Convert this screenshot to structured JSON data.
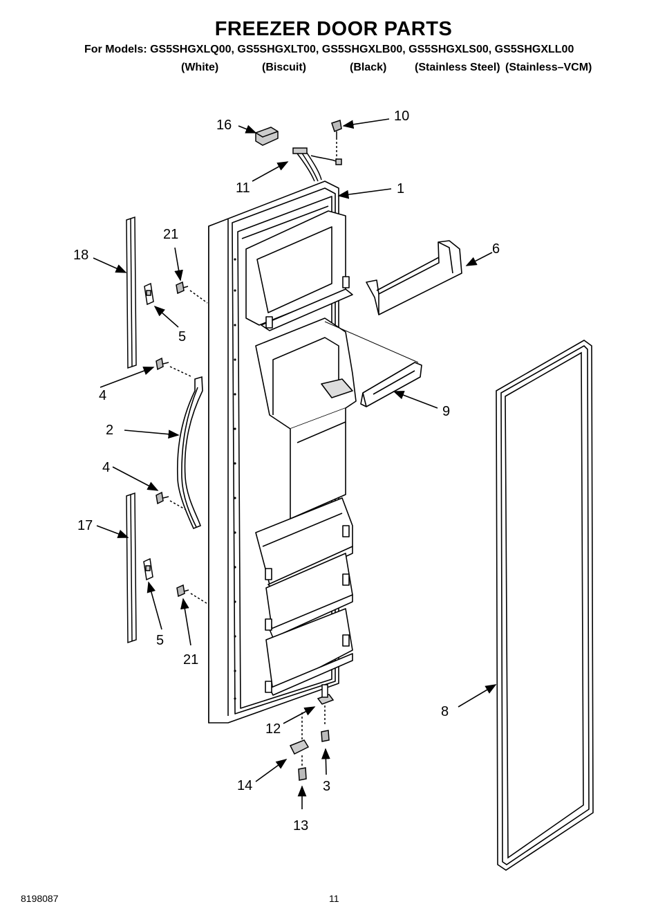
{
  "header": {
    "title": "FREEZER DOOR PARTS",
    "models": "For Models: GS5SHGXLQ00, GS5SHGXLT00, GS5SHGXLB00, GS5SHGXLS00, GS5SHGXLL00",
    "variants": [
      "(White)",
      "(Biscuit)",
      "(Black)",
      "(Stainless Steel)",
      "(Stainless–VCM)"
    ]
  },
  "callouts": {
    "c1": "1",
    "c2": "2",
    "c3": "3",
    "c4a": "4",
    "c4b": "4",
    "c5a": "5",
    "c5b": "5",
    "c6": "6",
    "c8": "8",
    "c9": "9",
    "c10": "10",
    "c11": "11",
    "c12": "12",
    "c13": "13",
    "c14": "14",
    "c16": "16",
    "c17": "17",
    "c18": "18",
    "c21a": "21",
    "c21b": "21"
  },
  "footer": {
    "doc_number": "8198087",
    "page_number": "11"
  }
}
